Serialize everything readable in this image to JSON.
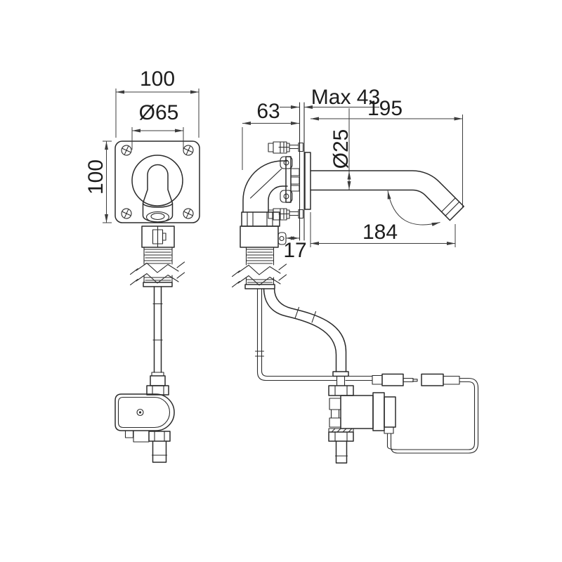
{
  "page": {
    "background": "#ffffff",
    "object_line_color": "#2b2b2b",
    "dimension_line_color": "#3d3d3d",
    "text_color": "#1d1d1d"
  },
  "drawing": {
    "front_view": {
      "plate_width": "100",
      "escutcheon_diameter": "Ø65",
      "plate_height": "100"
    },
    "side_view": {
      "max_wall_thickness": "Max 43",
      "overall_length": "195",
      "concealed_depth": "63",
      "spout_diameter": "Ø25",
      "spout_projection": "184",
      "bracket_to_wall": "17"
    }
  }
}
